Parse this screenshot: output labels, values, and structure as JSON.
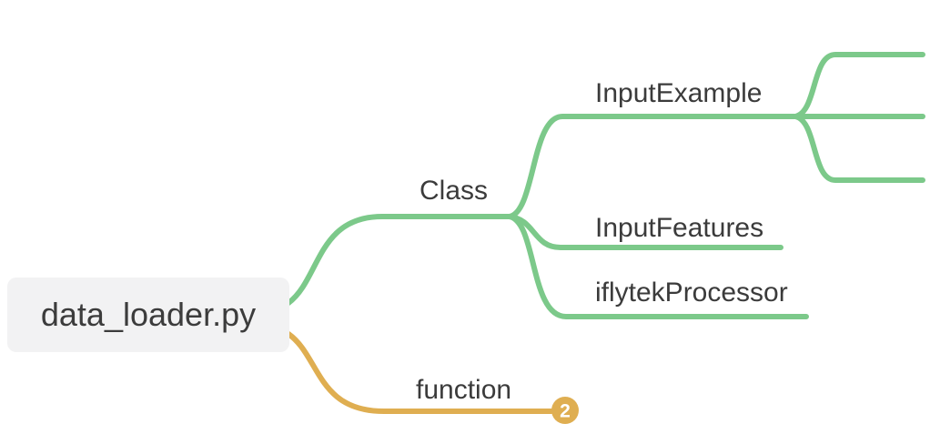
{
  "root": {
    "label": "data_loader.py"
  },
  "branches": {
    "class": {
      "label": "Class",
      "color": "#7cc98a",
      "children": {
        "inputExample": {
          "label": "InputExample",
          "collapsed_child_lines": 3
        },
        "inputFeatures": {
          "label": "InputFeatures"
        },
        "iflytekProcessor": {
          "label": "iflytekProcessor"
        }
      }
    },
    "function": {
      "label": "function",
      "color": "#dfae51",
      "badge": {
        "count": "2",
        "bg": "#dfae51",
        "text_color": "#ffffff"
      }
    }
  },
  "colors": {
    "background": "#ffffff",
    "root_bg": "#f2f2f3",
    "text": "#3b3b3b",
    "class_branch": "#7cc98a",
    "function_branch": "#dfae51"
  }
}
